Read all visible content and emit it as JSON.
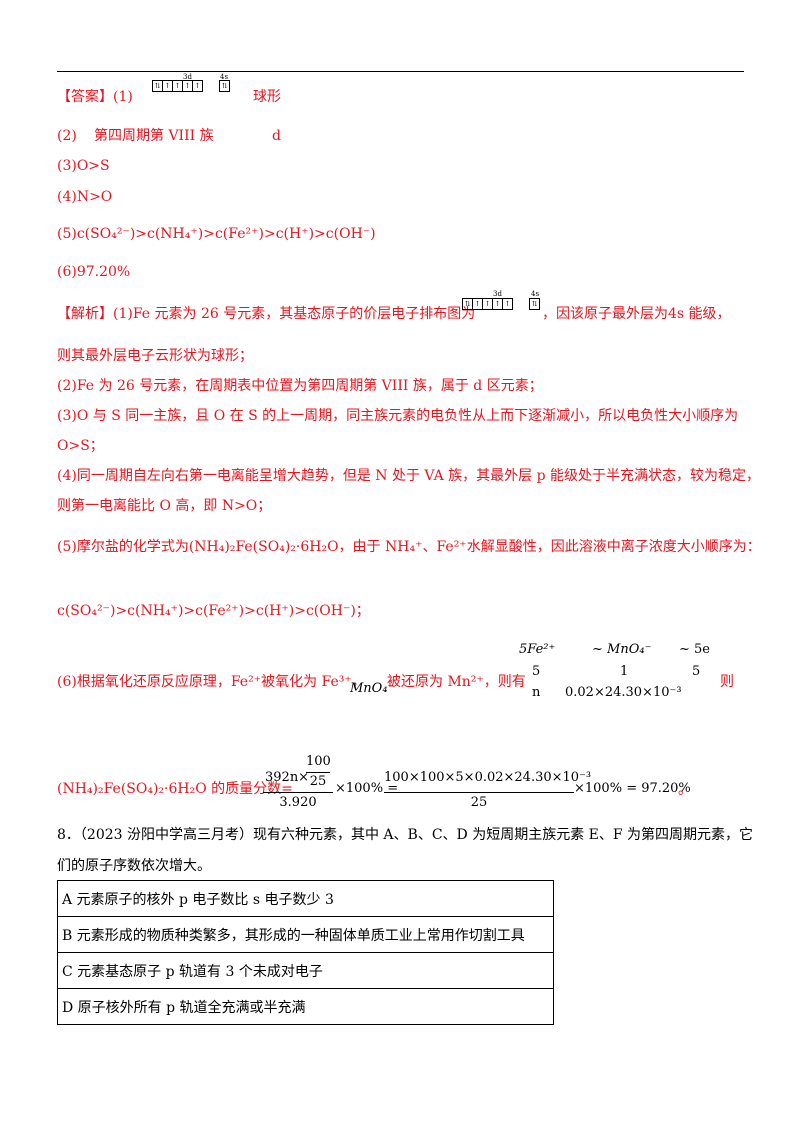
{
  "answer": {
    "prefix": "【答案】",
    "q1_num": "(1)",
    "q1_shape": "球形",
    "orbital_3d_label": "3d",
    "orbital_4s_label": "4s",
    "orbital_3d_cells": [
      "⇅",
      "↑",
      "↑",
      "↑",
      "↑"
    ],
    "orbital_4s_cells": [
      "⇅"
    ],
    "q2_num": "(2)",
    "q2_text": "第四周期第 VIII 族",
    "q2_block": "d",
    "q3": "(3)O>S",
    "q4": "(4)N>O",
    "q5": "(5)c(SO₄²⁻)>c(NH₄⁺)>c(Fe²⁺)>c(H⁺)>c(OH⁻)",
    "q6": "(6)97.20%"
  },
  "analysis": {
    "prefix": "【解析】",
    "p1a": "(1)Fe 元素为 26 号元素，其基态原子的价层电子排布图为",
    "p1b": "，因该原子最外层为4s 能级，",
    "p1c": "则其最外层电子云形状为球形；",
    "p2": "(2)Fe 为 26 号元素，在周期表中位置为第四周期第 VIII 族，属于 d 区元素；",
    "p3a": "(3)O 与 S 同一主族，且 O 在 S 的上一周期，同主族元素的电负性从上而下逐渐减小，所以电负性大小顺序为",
    "p3b": "O>S；",
    "p4a": "(4)同一周期自左向右第一电离能呈增大趋势，但是 N 处于 VA 族，其最外层 p 能级处于半充满状态，较为稳定，",
    "p4b": "则第一电离能比 O 高，即 N>O；",
    "p5a": "(5)摩尔盐的化学式为(NH₄)₂Fe(SO₄)₂·6H₂O，由于 NH₄⁺、Fe²⁺水解显酸性，因此溶液中离子浓度大小顺序为：",
    "p5b": "c(SO₄²⁻)>c(NH₄⁺)>c(Fe²⁺)>c(H⁺)>c(OH⁻)；",
    "p6a": "(6)根据氧化还原反应原理，Fe²⁺被氧化为 Fe³⁺，",
    "p6_mno4": "MnO₄⁻",
    "p6b": "被还原为 Mn²⁺，则有",
    "p6c": "则",
    "ratio_row1": [
      "5Fe²⁺",
      "~ MnO₄⁻",
      "~ 5e"
    ],
    "ratio_row2": [
      "5",
      "1",
      "5"
    ],
    "ratio_row3": [
      "n",
      "0.02×24.30×10⁻³"
    ],
    "p7_label": "(NH₄)₂Fe(SO₄)₂·6H₂O 的质量分数=",
    "frac1_num_a": "392n×",
    "frac1_num_b_top": "100",
    "frac1_num_b_bot": "25",
    "frac1_den": "3.920",
    "times100a": "×100% =",
    "frac2_num": "100×100×5×0.02×24.30×10⁻³",
    "frac2_den": "25",
    "result": "×100% = 97.20%",
    "end": "。"
  },
  "question8": {
    "line1": "8．（2023 汾阳中学高三月考）现有六种元素，其中 A、B、C、D 为短周期主族元素 E、F 为第四周期元素，它",
    "line2": "们的原子序数依次增大。",
    "rows": [
      "A 元素原子的核外 p 电子数比 s 电子数少 3",
      "B 元素形成的物质种类繁多，其形成的一种固体单质工业上常用作切割工具",
      "C 元素基态原子 p 轨道有 3 个未成对电子",
      "D 原子核外所有 p 轨道全充满或半充满"
    ]
  }
}
